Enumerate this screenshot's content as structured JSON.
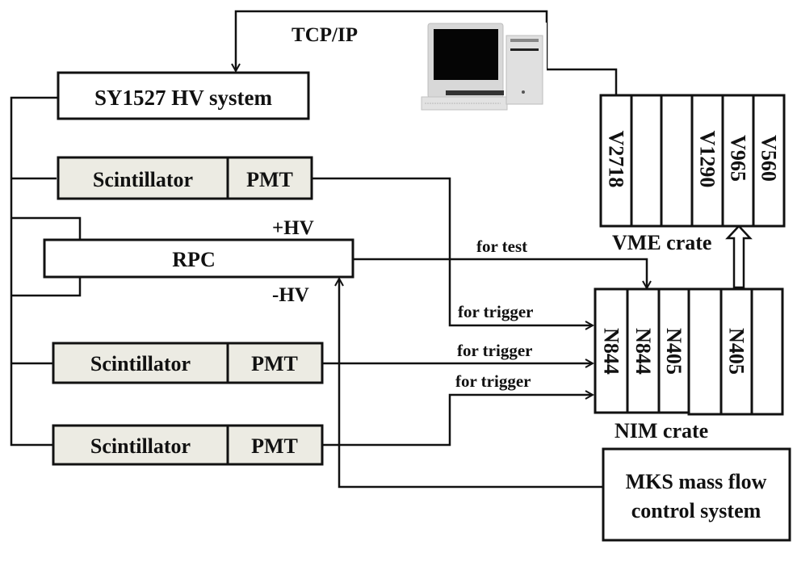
{
  "diagram": {
    "computer": {
      "icon": "desktop-computer-icon"
    },
    "tcp_label": "TCP/IP",
    "hv_system": {
      "label": "SY1527 HV system"
    },
    "detectors": [
      {
        "scintillator": "Scintillator",
        "pmt": "PMT"
      },
      {
        "scintillator": "Scintillator",
        "pmt": "PMT"
      },
      {
        "scintillator": "Scintillator",
        "pmt": "PMT"
      }
    ],
    "rpc": {
      "label": "RPC",
      "plus_hv": "+HV",
      "minus_hv": "-HV"
    },
    "signal_labels": {
      "test": "for test",
      "trigger_1": "for trigger",
      "trigger_2": "for trigger",
      "trigger_3": "for trigger"
    },
    "vme_crate": {
      "label": "VME crate",
      "modules": [
        "V2718",
        "",
        "",
        "V1290",
        "V965",
        "V560"
      ]
    },
    "nim_crate": {
      "label": "NIM crate",
      "modules": [
        "N844",
        "N844",
        "N405",
        "",
        "N405",
        ""
      ]
    },
    "mks": {
      "line1": "MKS mass flow",
      "line2": "control system"
    }
  }
}
